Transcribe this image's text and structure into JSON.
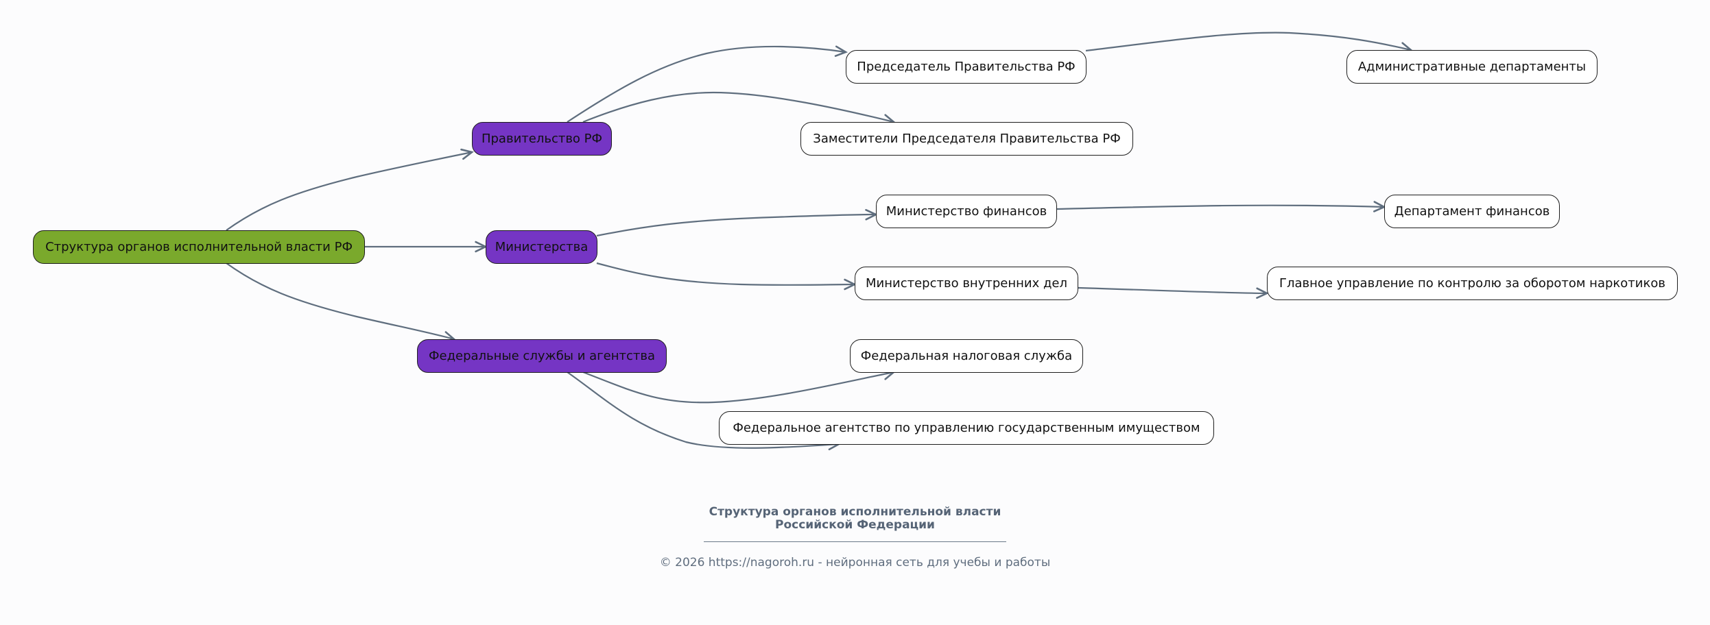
{
  "diagram": {
    "type": "mindmap",
    "colors": {
      "root_fill": "#7aa92c",
      "branch_fill": "#7535c4",
      "leaf_fill": "#ffffff",
      "edge": "#5f6e7e",
      "border": "#1d1d1d",
      "footer_text": "#566476"
    },
    "nodes": {
      "root": "Структура органов исполнительной власти РФ",
      "gov": "Правительство РФ",
      "min": "Министерства",
      "fed": "Федеральные службы и агентства",
      "pm": "Председатель Правительства РФ",
      "dep": "Заместители Председателя Правительства РФ",
      "minfin": "Министерство финансов",
      "mvd": "Министерство внутренних дел",
      "nalog": "Федеральная налоговая служба",
      "agency": "Федеральное агентство по управлению государственным имуществом",
      "admin": "Административные департаменты",
      "depfin": "Департамент финансов",
      "gunk": "Главное управление по контролю за оборотом наркотиков"
    },
    "edges": [
      {
        "from": "root",
        "to": "gov"
      },
      {
        "from": "root",
        "to": "min"
      },
      {
        "from": "root",
        "to": "fed"
      },
      {
        "from": "gov",
        "to": "pm"
      },
      {
        "from": "gov",
        "to": "dep"
      },
      {
        "from": "min",
        "to": "minfin"
      },
      {
        "from": "min",
        "to": "mvd"
      },
      {
        "from": "fed",
        "to": "nalog"
      },
      {
        "from": "fed",
        "to": "agency"
      },
      {
        "from": "pm",
        "to": "admin"
      },
      {
        "from": "minfin",
        "to": "depfin"
      },
      {
        "from": "mvd",
        "to": "gunk"
      }
    ]
  },
  "footer": {
    "title": "Структура органов исполнительной власти\nРоссийской Федерации",
    "copyright": "© 2026 https://nagoroh.ru - нейронная сеть для учебы и работы"
  }
}
